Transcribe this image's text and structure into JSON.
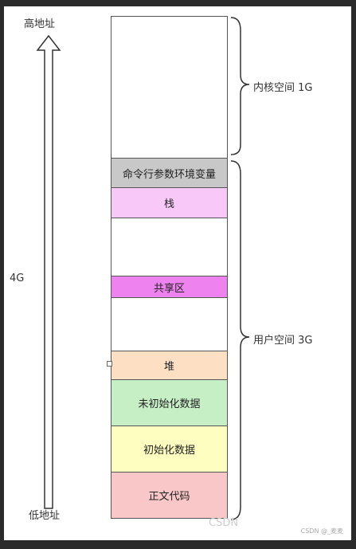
{
  "address": {
    "high": "高地址",
    "low": "低地址",
    "size": "4G"
  },
  "brace": {
    "kernel": "内核空间 1G",
    "user": "用户空间 3G"
  },
  "segments": [
    {
      "label": "",
      "color": "#ffffff"
    },
    {
      "label": "命令行参数环境变量",
      "color": "#c8c8c8"
    },
    {
      "label": "栈",
      "color": "#f8c8f8"
    },
    {
      "label": "",
      "color": "#ffffff"
    },
    {
      "label": "共享区",
      "color": "#ee82ee"
    },
    {
      "label": "",
      "color": "#ffffff"
    },
    {
      "label": "堆",
      "color": "#fde0c4"
    },
    {
      "label": "未初始化数据",
      "color": "#c6efc6"
    },
    {
      "label": "初始化数据",
      "color": "#fefec0"
    },
    {
      "label": "正文代码",
      "color": "#f9c7c7"
    }
  ],
  "arrow_color": "#6a6adc",
  "watermark": "CSDN",
  "footer": "CSDN @_麦麦"
}
